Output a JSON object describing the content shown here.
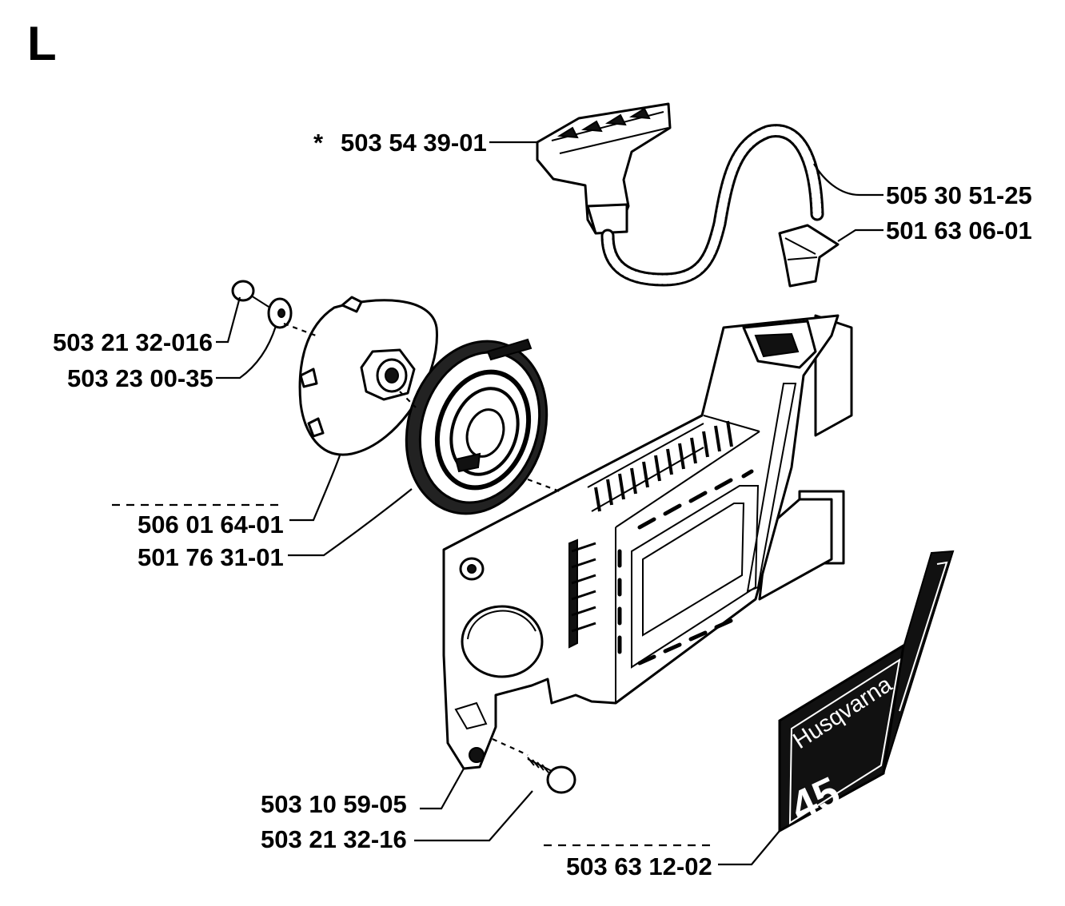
{
  "section_letter": "L",
  "asterisk": "*",
  "parts": [
    {
      "id": "handle",
      "number": "503 54 39-01"
    },
    {
      "id": "rope",
      "number": "505 30 51-25"
    },
    {
      "id": "rope-insert",
      "number": "501 63 06-01"
    },
    {
      "id": "screw-a",
      "number": "503 21 32-016"
    },
    {
      "id": "washer",
      "number": "503 23 00-35"
    },
    {
      "id": "pulley",
      "number": "506 01 64-01"
    },
    {
      "id": "spring-cassette",
      "number": "501 76 31-01"
    },
    {
      "id": "bushing",
      "number": "503 10 59-05"
    },
    {
      "id": "screw-b",
      "number": "503 21 32-16"
    },
    {
      "id": "decal",
      "number": "503 63 12-02"
    }
  ],
  "decal": {
    "brand": "Husqvarna",
    "model": "45"
  }
}
